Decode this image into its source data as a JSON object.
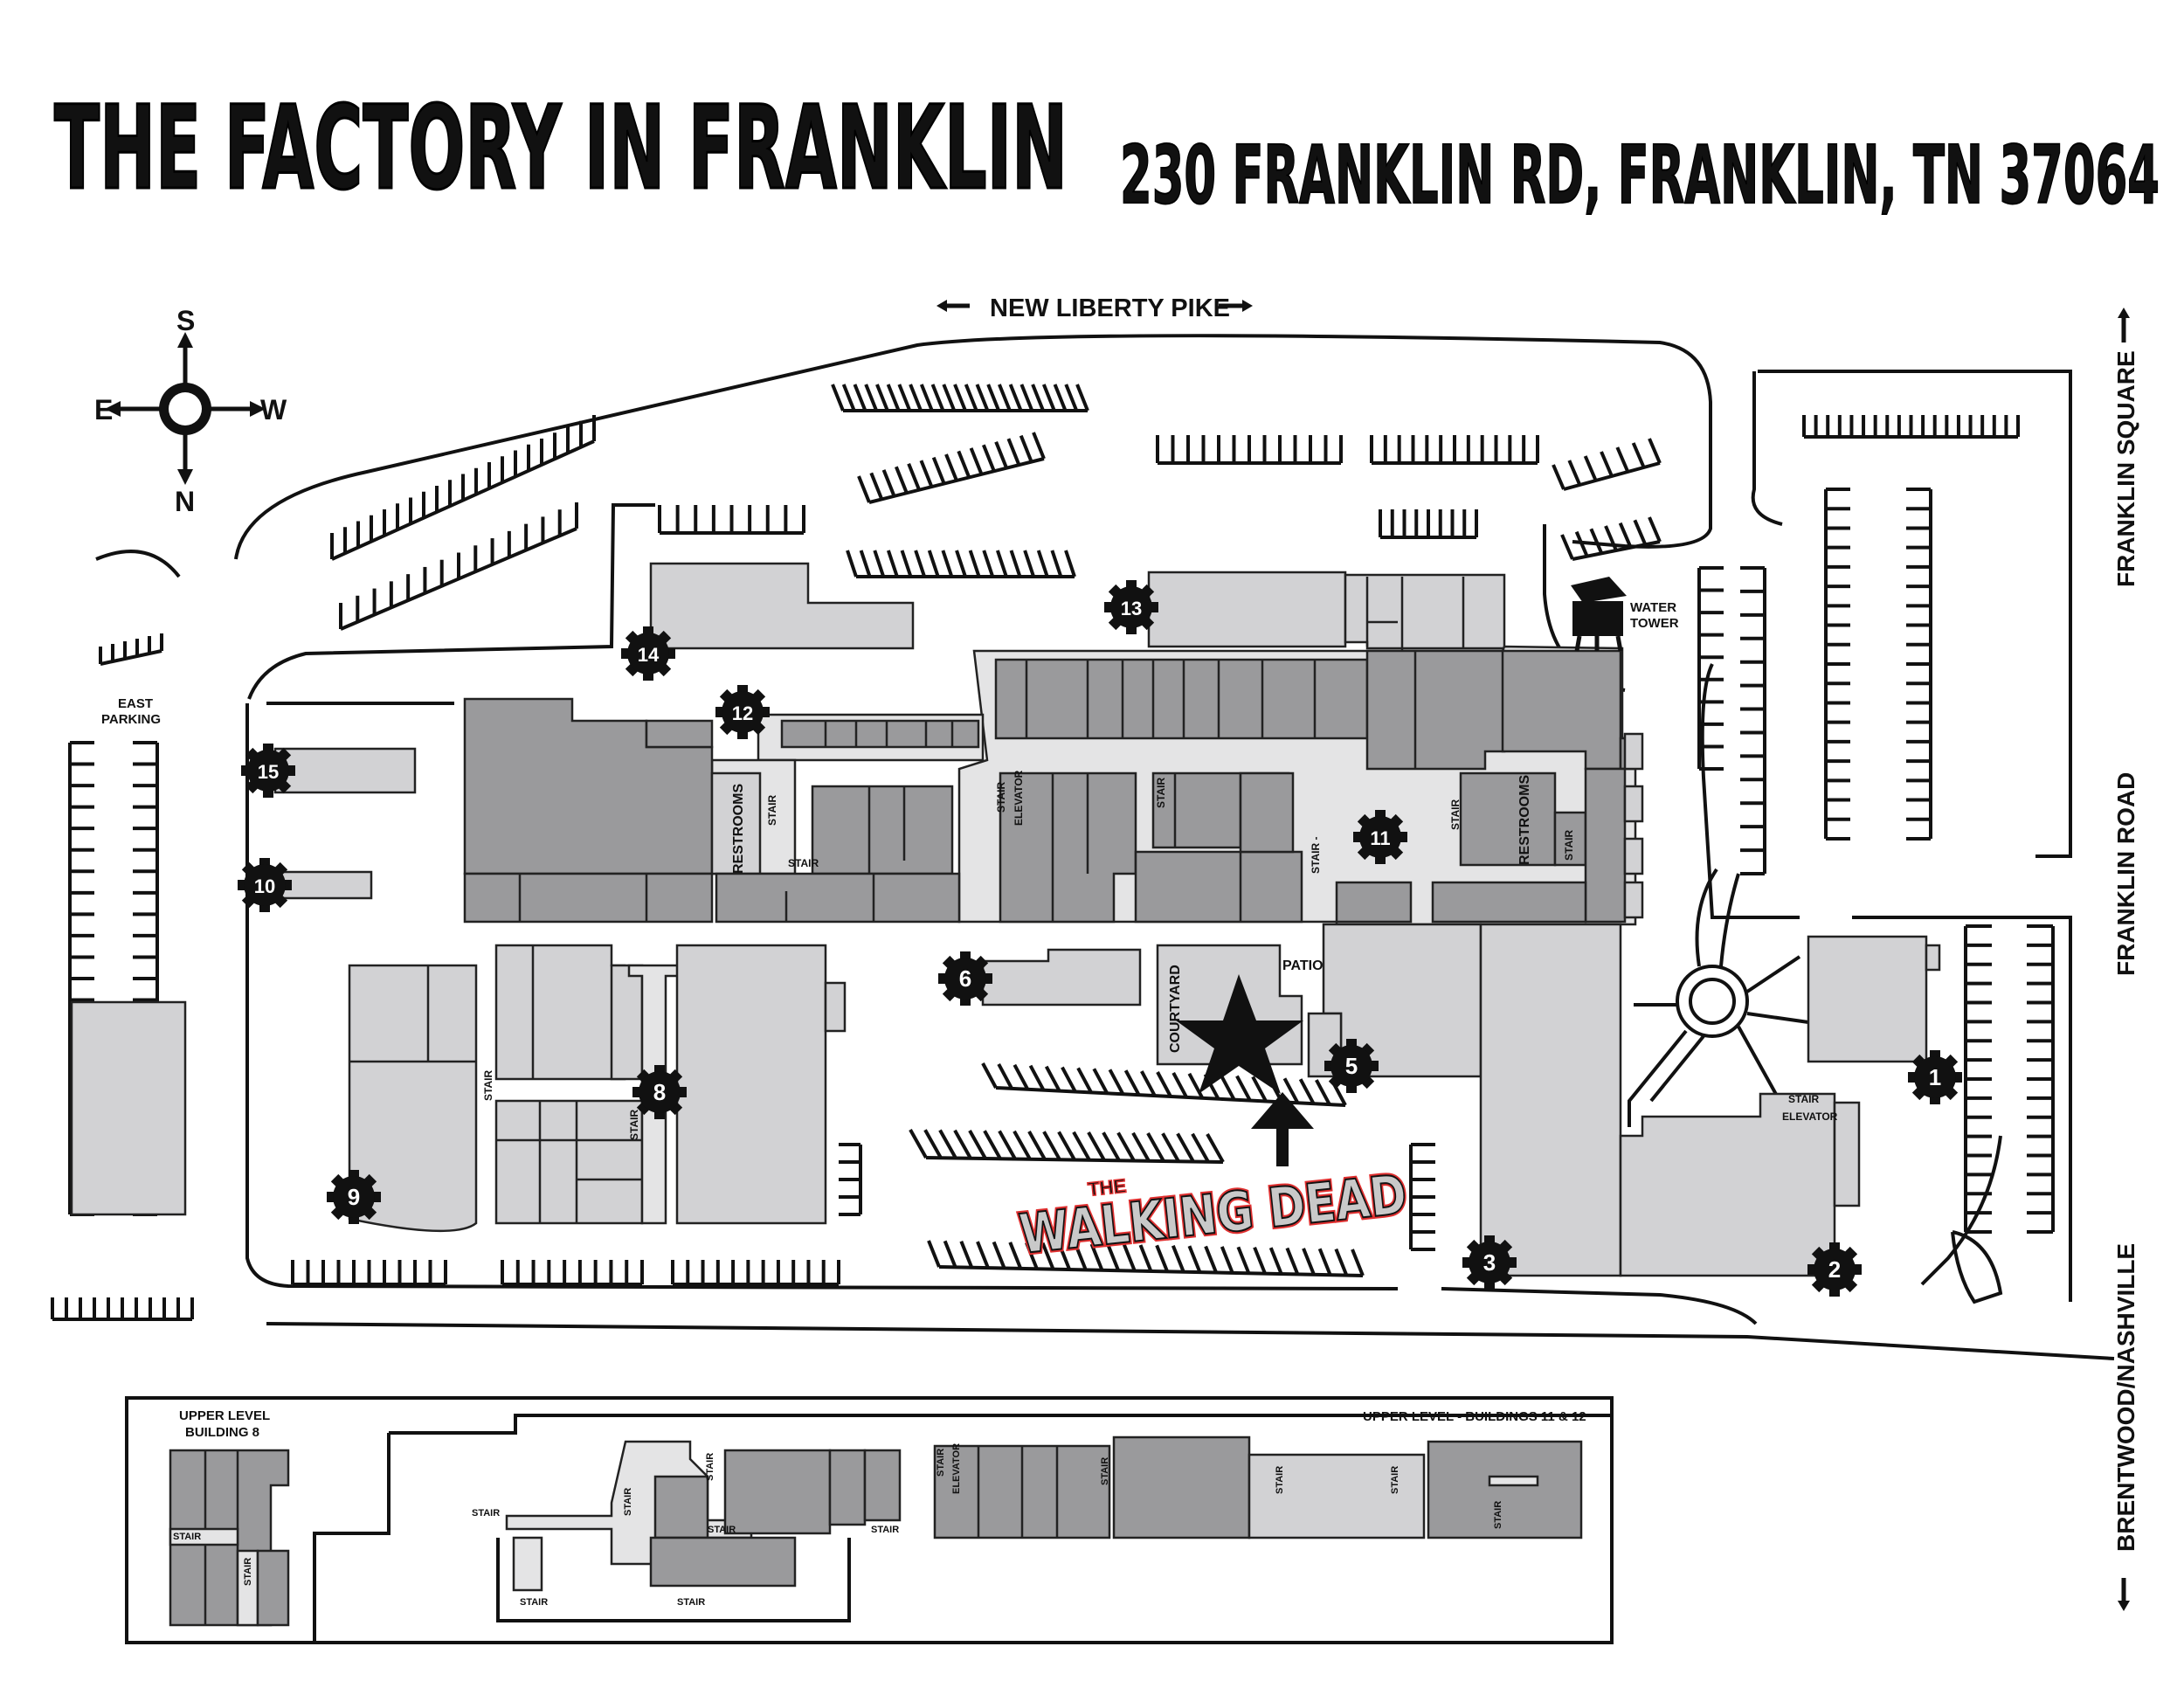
{
  "title": "THE FACTORY IN FRANKLIN",
  "address": "230 FRANKLIN RD, FRANKLIN, TN 37064",
  "compass": {
    "north": "N",
    "south": "S",
    "east": "E",
    "west": "W"
  },
  "roads": {
    "new_liberty_pike": "NEW LIBERTY PIKE",
    "franklin_square": "FRANKLIN SQUARE",
    "franklin_road": "FRANKLIN ROAD",
    "brentwood_nashville": "BRENTWOOD/NASHVILLE"
  },
  "labels": {
    "east_parking": [
      "EAST",
      "PARKING"
    ],
    "water_tower": [
      "WATER",
      "TOWER"
    ],
    "restrooms": "RESTROOMS",
    "courtyard": "COURTYARD",
    "patio": "PATIO",
    "stair": "STAIR",
    "elevator": "ELEVATOR",
    "stair_dash": "STAIR -"
  },
  "walking_dead": {
    "the": "THE",
    "main": "WALKING DEAD"
  },
  "buildings": [
    "1",
    "2",
    "3",
    "5",
    "6",
    "8",
    "9",
    "10",
    "11",
    "12",
    "13",
    "14",
    "15"
  ],
  "inset": {
    "upper_level_b8": [
      "UPPER LEVEL",
      "BUILDING 8"
    ],
    "upper_level_b11_12": "UPPER LEVEL - BUILDINGS 11 & 12"
  },
  "colors": {
    "dark_building": "#9a9a9c",
    "light_building": "#d2d2d4",
    "corridor": "#e4e4e5",
    "walking_dead_glow": "#e03030"
  }
}
